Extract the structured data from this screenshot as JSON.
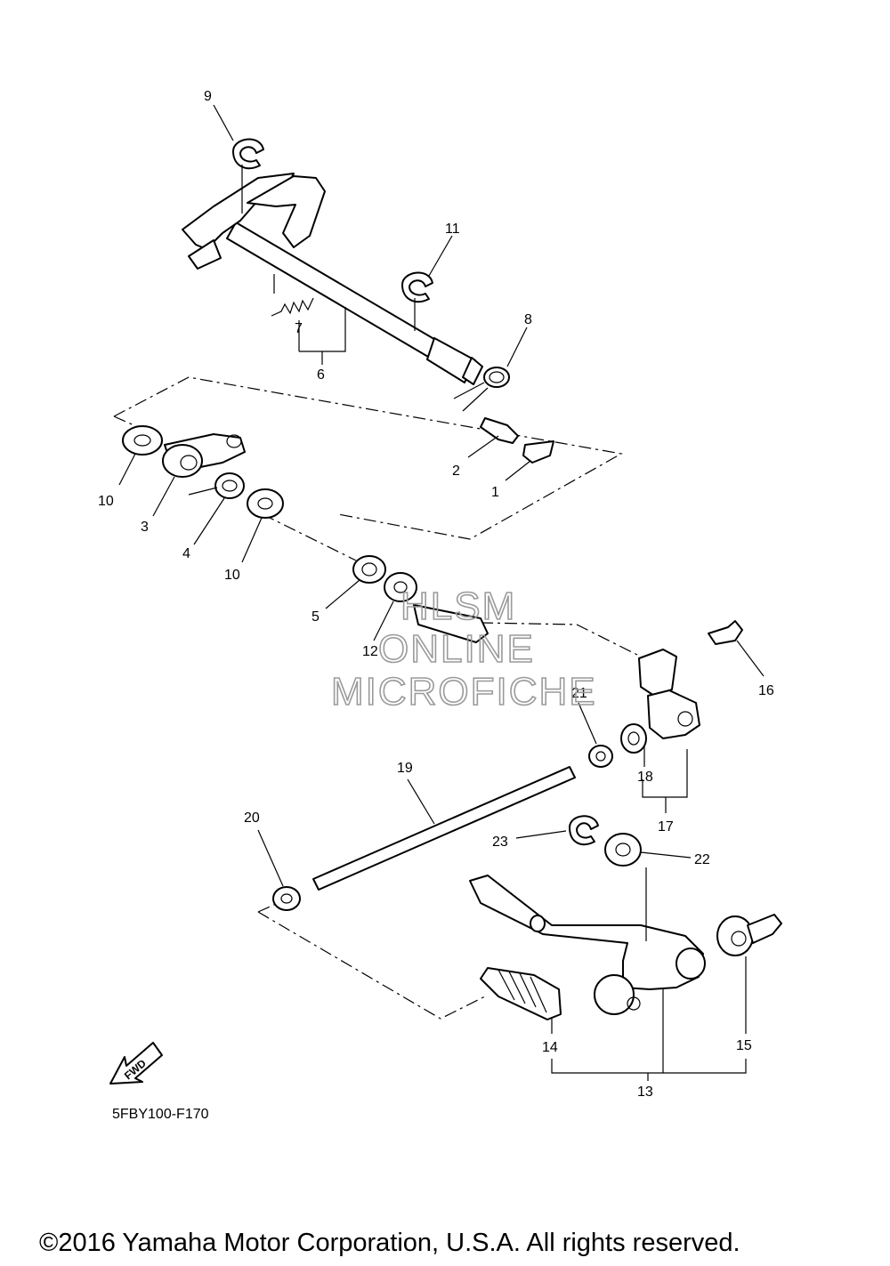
{
  "callouts": [
    "1",
    "2",
    "3",
    "4",
    "5",
    "6",
    "7",
    "8",
    "9",
    "10",
    "10",
    "11",
    "12",
    "13",
    "14",
    "15",
    "16",
    "17",
    "18",
    "19",
    "20",
    "21",
    "22",
    "23"
  ],
  "diagram_code": "5FBY100-F170",
  "watermark": {
    "line1": "HLSM",
    "line2": "ONLINE",
    "line3": "MICROFICHE"
  },
  "fwd_label": "FWD",
  "copyright": "©2016 Yamaha Motor Corporation, U.S.A. All rights reserved.",
  "icons": [
    "fwd-arrow-icon"
  ]
}
